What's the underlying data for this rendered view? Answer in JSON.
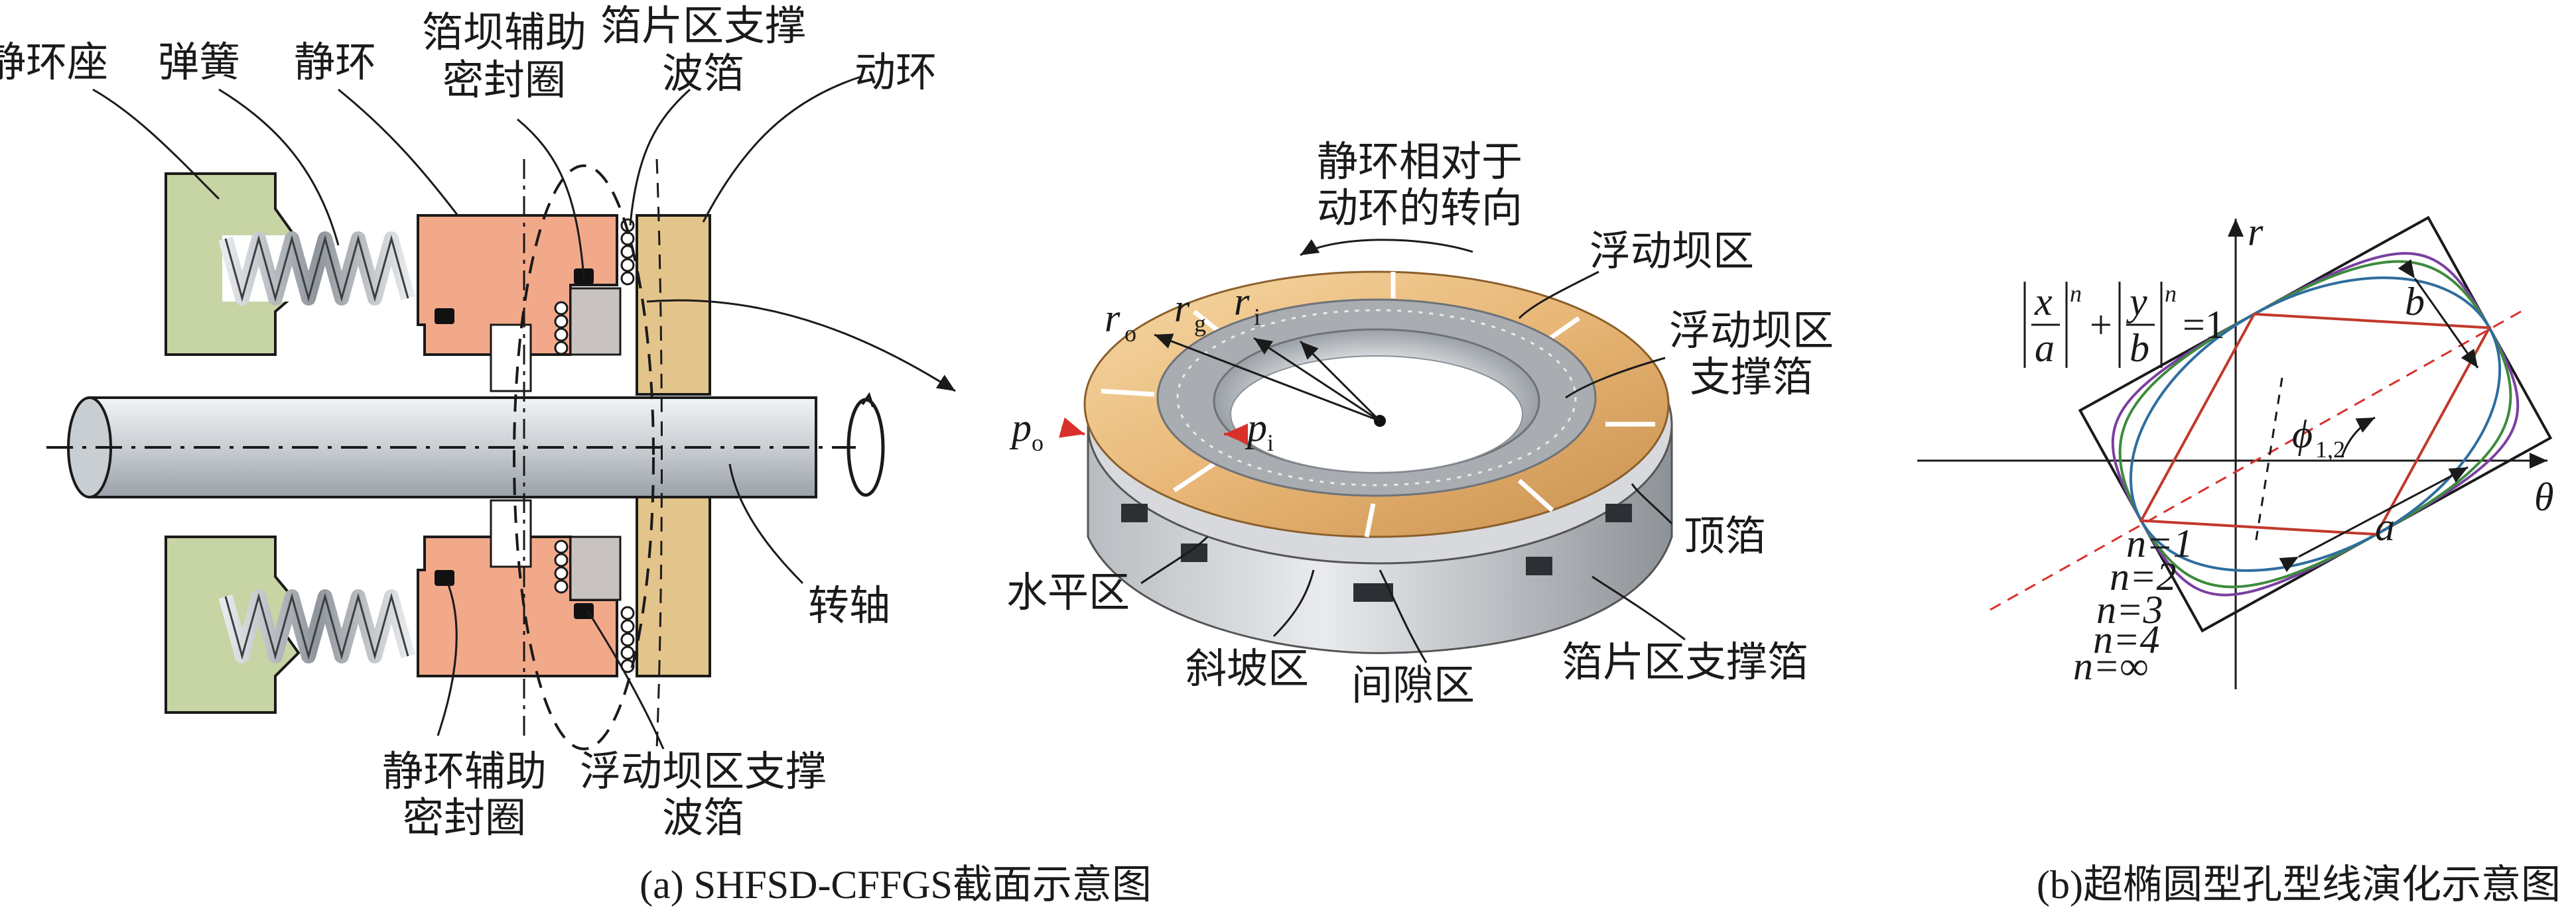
{
  "figure_a": {
    "caption": "(a) SHFSD-CFFGS截面示意图",
    "labels": {
      "stator_seat": "静环座",
      "spring": "弹簧",
      "stator_ring": "静环",
      "dam_seal_1": "箔坝辅助",
      "dam_seal_2": "密封圈",
      "pad_bump_1": "箔片区支撑",
      "pad_bump_2": "波箔",
      "rotor_ring": "动环",
      "shaft": "转轴",
      "stator_seal_1": "静环辅助",
      "stator_seal_2": "密封圈",
      "float_bump_1": "浮动坝区支撑",
      "float_bump_2": "波箔"
    },
    "ring_labels": {
      "rotation_1": "静环相对于",
      "rotation_2": "动环的转向",
      "float_dam": "浮动坝区",
      "float_support_1": "浮动坝区",
      "float_support_2": "支撑箔",
      "top_foil": "顶箔",
      "pad_support": "箔片区支撑箔",
      "gap": "间隙区",
      "slope": "斜坡区",
      "flat": "水平区",
      "r_o": "r",
      "r_o_sub": "o",
      "r_g": "r",
      "r_g_sub": "g",
      "r_i": "r",
      "r_i_sub": "i",
      "p_o": "p",
      "p_o_sub": "o",
      "p_i": "p",
      "p_i_sub": "i"
    }
  },
  "figure_b": {
    "caption": "(b)超椭圆型孔型线演化示意图",
    "axis_r": "r",
    "axis_theta": "θ",
    "label_a": "a",
    "label_b": "b",
    "label_phi": "ϕ",
    "label_phi_sub": "1,2",
    "formula": "|x/a|ⁿ + |y/b|ⁿ = 1",
    "formula_x": "x",
    "formula_a": "a",
    "formula_y": "y",
    "formula_b": "b",
    "formula_n": "n",
    "formula_rhs": "=1",
    "n_labels": [
      "n=1",
      "n=2",
      "n=3",
      "n=4",
      "n=∞"
    ],
    "curve_colors": {
      "n1": "#c0392b",
      "n2": "#2e6e9e",
      "n3": "#3d8b3d",
      "n4": "#7a3fa0",
      "ninf": "#1a1a1a"
    }
  }
}
